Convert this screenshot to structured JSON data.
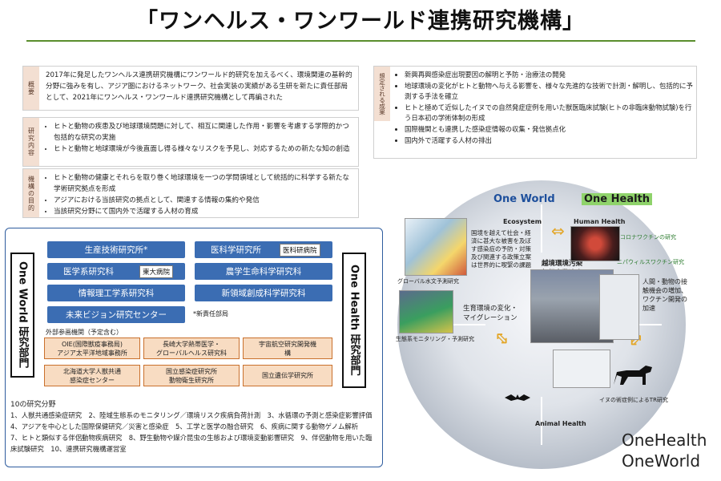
{
  "title": "「ワンヘルス・ワンワールド連携研究機構」",
  "overview": {
    "label": "概要",
    "text": "2017年に発足したワンヘルス連携研究機構にワンワールド的研究を加えるべく、環境関連の基幹的分野に強みを有し、アジア圏におけるネットワーク、社会実装の実績がある生研を新たに責任部局として、2021年にワンヘルス・ワンワールド連携研究機構として再編された"
  },
  "research_content": {
    "label": "研究内容",
    "items": [
      "ヒトと動物の疾患及び地球環境問題に対して、相互に関連した作用・影響を考慮する学際的かつ包括的な研究の実施",
      "ヒトと動物と地球環境が今後直面し得る様々なリスクを予見し、対応するための新たな知の創造"
    ]
  },
  "purpose": {
    "label": "機構の目的",
    "items": [
      "ヒトと動物の健康とそれらを取り巻く地球環境を一つの学問領域として統括的に科学する新たな学術研究拠点を形成",
      "アジアにおける当該研究の拠点として、関連する情報の集約や発信",
      "当該研究分野にて国内外で活躍する人材の育成"
    ]
  },
  "outcomes": {
    "label": "想定される成果",
    "items": [
      "新興再興感染症出現要因の解明と予防・治療法の開発",
      "地球環境の変化がヒトと動物へ与える影響を、様々な先進的な技術で計測・解明し、包括的に予測する手法を確立",
      "ヒトと極めて近似したイヌでの自然発症症例を用いた獣医臨床試験(ヒトの非臨床動物試験)を行う日本初の学術体制の形成",
      "国際機関とも連携した感染症情報の収集・発信拠点化",
      "国内外で活躍する人材の排出"
    ]
  },
  "org": {
    "left_label": "One World 研究部門",
    "right_label": "One Health 研究部門",
    "blue": [
      "生産技術研究所*",
      "医科学研究所",
      "医学系研究科",
      "農学生命科学研究科",
      "情報理工学系研究科",
      "新領域創成科学研究科",
      "未来ビジョン研究センター"
    ],
    "white_tags": [
      "医科研病院",
      "東大病院"
    ],
    "note": "*新責任部局",
    "external_title": "外部参画機関（予定含む）",
    "external": [
      "OIE(国際獣疫事務局)\nアジア太平洋地域事務所",
      "長崎大学熱帯医学・\nグローバルヘルス研究科",
      "宇宙航空研究開発機\n構",
      "北海道大学人獣共通\n感染症センター",
      "国立感染症研究所\n動物衛生研究所",
      "国立遺伝学研究所"
    ],
    "fields_title": "10の研究分野",
    "fields_text": "1、人獣共通感染症研究　2、陸域生態系のモニタリング／環境リスク疾病負荷計測　3、水循環の予測と感染症影響評価　4、アジアを中心とした国際保健研究／災害と感染症　5、工学と医学の融合研究　6、疾病に関する動物ゲノム解析　7、ヒトと類似する伴侶動物疾病研究　8、野生動物や媒介昆虫の生態および環境変動影響研究　9、伴侶動物を用いた臨床試験研究　10、連携研究機構運営室"
  },
  "globe": {
    "one_world": "One World",
    "one_health": "One Health",
    "ecosystem": "Ecosystem",
    "human_health": "Human Health",
    "animal_health": "Animal Health",
    "eco_text": "国境を越えて社会・経済に甚大な被害を及ぼす感染症の予防・対策及び関連する政策立案は世界的に喫緊の課題",
    "center_text": "越境環境汚染\n気候変動適応",
    "migration": "生育環境の変化・\nマイグレーション",
    "contact": "人間・動物の接触機会の増加、ワクチン開発の加速",
    "corona": "コロナワクチンの研究",
    "nipah": "ニパウィルスワクチン研究",
    "global_water": "グローバル水文予測研究",
    "eco_monitor": "生態系モニタリング・予測研究",
    "dog_tr": "イヌの術症例によるTR研究"
  },
  "logo": {
    "line1": "OneHealth",
    "line2": "OneWorld"
  }
}
